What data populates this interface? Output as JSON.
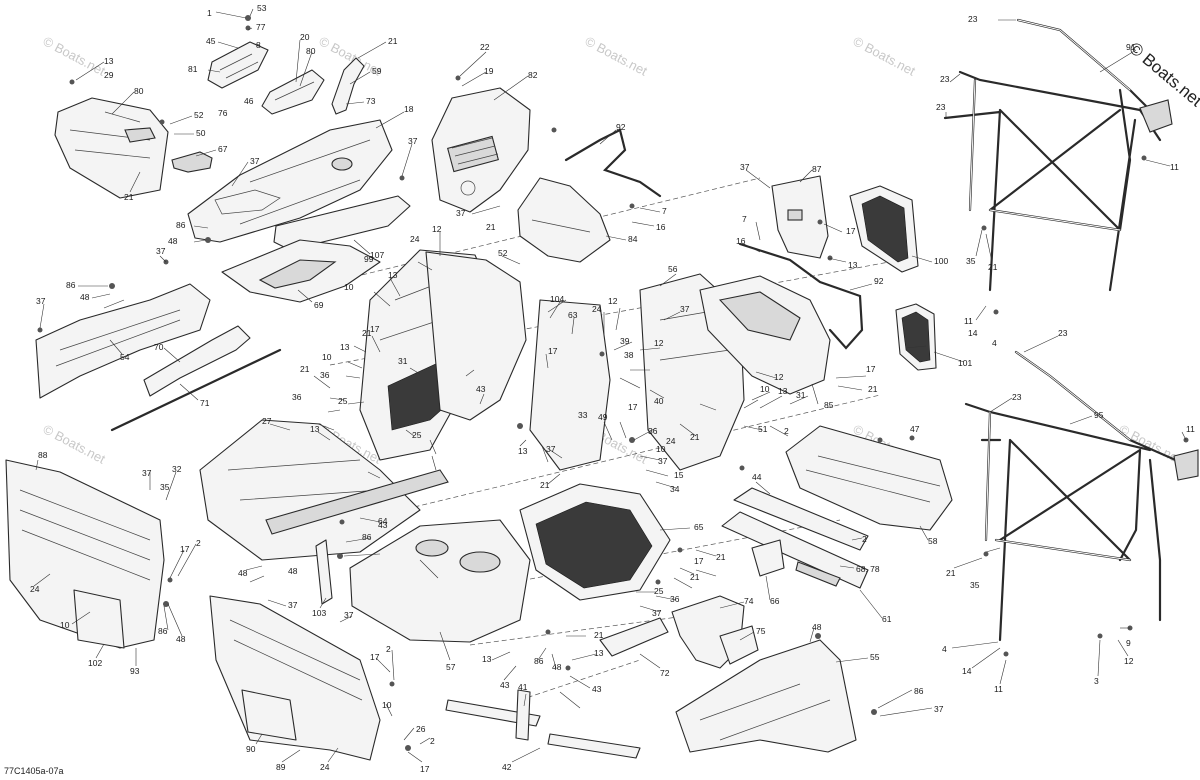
{
  "diagram": {
    "drawing_code": "77C1405a-07a",
    "copyright": "© Boats.net",
    "watermark": "© Boats.net",
    "callouts": [
      {
        "id": "c1",
        "text": "1"
      },
      {
        "id": "c53",
        "text": "53"
      },
      {
        "id": "c77",
        "text": "77"
      },
      {
        "id": "c45",
        "text": "45"
      },
      {
        "id": "c8a",
        "text": "8"
      },
      {
        "id": "c81",
        "text": "81"
      },
      {
        "id": "c76",
        "text": "76"
      },
      {
        "id": "c46",
        "text": "46"
      },
      {
        "id": "c20",
        "text": "20"
      },
      {
        "id": "c80a",
        "text": "80"
      },
      {
        "id": "c21a",
        "text": "21"
      },
      {
        "id": "c59",
        "text": "59"
      },
      {
        "id": "c73",
        "text": "73"
      },
      {
        "id": "c13a",
        "text": "13"
      },
      {
        "id": "c29",
        "text": "29"
      },
      {
        "id": "c80b",
        "text": "80"
      },
      {
        "id": "c52",
        "text": "52"
      },
      {
        "id": "c50",
        "text": "50"
      },
      {
        "id": "c67",
        "text": "67"
      },
      {
        "id": "c37a",
        "text": "37"
      },
      {
        "id": "c21b",
        "text": "21"
      },
      {
        "id": "c18a",
        "text": "18"
      },
      {
        "id": "c86a",
        "text": "86"
      },
      {
        "id": "c48a",
        "text": "48"
      },
      {
        "id": "c22",
        "text": "22"
      },
      {
        "id": "c19",
        "text": "19"
      },
      {
        "id": "c82",
        "text": "82"
      },
      {
        "id": "c37b",
        "text": "37"
      },
      {
        "id": "c107",
        "text": "107"
      },
      {
        "id": "c69",
        "text": "69"
      },
      {
        "id": "c92a",
        "text": "92"
      },
      {
        "id": "c37c",
        "text": "37"
      },
      {
        "id": "c7a",
        "text": "7"
      },
      {
        "id": "c16a",
        "text": "16"
      },
      {
        "id": "c21c",
        "text": "21"
      },
      {
        "id": "c84",
        "text": "84"
      },
      {
        "id": "c37d",
        "text": "37"
      },
      {
        "id": "c87",
        "text": "87"
      },
      {
        "id": "c17a",
        "text": "17"
      },
      {
        "id": "c100",
        "text": "100"
      },
      {
        "id": "c37e",
        "text": "37"
      },
      {
        "id": "c86b",
        "text": "86"
      },
      {
        "id": "c48b",
        "text": "48"
      },
      {
        "id": "c37f",
        "text": "37"
      },
      {
        "id": "c54",
        "text": "54"
      },
      {
        "id": "c70",
        "text": "70"
      },
      {
        "id": "c71",
        "text": "71"
      },
      {
        "id": "c24a",
        "text": "24"
      },
      {
        "id": "c12a",
        "text": "12"
      },
      {
        "id": "c99",
        "text": "99"
      },
      {
        "id": "c52b",
        "text": "52"
      },
      {
        "id": "c56",
        "text": "56"
      },
      {
        "id": "c7b",
        "text": "7"
      },
      {
        "id": "c16b",
        "text": "16"
      },
      {
        "id": "c13b",
        "text": "13"
      },
      {
        "id": "c92b",
        "text": "92"
      },
      {
        "id": "c101",
        "text": "101"
      },
      {
        "id": "c23a",
        "text": "23"
      },
      {
        "id": "c91",
        "text": "91"
      },
      {
        "id": "c23b",
        "text": "23"
      },
      {
        "id": "c23c",
        "text": "23"
      },
      {
        "id": "c11a",
        "text": "11"
      },
      {
        "id": "c35a",
        "text": "35"
      },
      {
        "id": "c21d",
        "text": "21"
      },
      {
        "id": "c11b",
        "text": "11"
      },
      {
        "id": "c14a",
        "text": "14"
      },
      {
        "id": "c4a",
        "text": "4"
      },
      {
        "id": "c23d",
        "text": "23"
      },
      {
        "id": "c10a",
        "text": "10"
      },
      {
        "id": "c13c",
        "text": "13"
      },
      {
        "id": "c21e",
        "text": "21"
      },
      {
        "id": "c17b",
        "text": "17"
      },
      {
        "id": "c104",
        "text": "104"
      },
      {
        "id": "c24b",
        "text": "24"
      },
      {
        "id": "c12b",
        "text": "12"
      },
      {
        "id": "c37g",
        "text": "37"
      },
      {
        "id": "c63",
        "text": "63"
      },
      {
        "id": "c39",
        "text": "39"
      },
      {
        "id": "c38",
        "text": "38"
      },
      {
        "id": "c12c",
        "text": "12"
      },
      {
        "id": "c10b",
        "text": "10"
      },
      {
        "id": "c21f",
        "text": "21"
      },
      {
        "id": "c36a",
        "text": "36"
      },
      {
        "id": "c13d",
        "text": "13"
      },
      {
        "id": "c31a",
        "text": "31"
      },
      {
        "id": "c36b",
        "text": "36"
      },
      {
        "id": "c25a",
        "text": "25"
      },
      {
        "id": "c17c",
        "text": "17"
      },
      {
        "id": "c43a",
        "text": "43"
      },
      {
        "id": "c40",
        "text": "40"
      },
      {
        "id": "c12d",
        "text": "12"
      },
      {
        "id": "c10c",
        "text": "10"
      },
      {
        "id": "c13e",
        "text": "13"
      },
      {
        "id": "c31b",
        "text": "31"
      },
      {
        "id": "c17d",
        "text": "17"
      },
      {
        "id": "c21g",
        "text": "21"
      },
      {
        "id": "c85",
        "text": "85"
      },
      {
        "id": "c33",
        "text": "33"
      },
      {
        "id": "c49",
        "text": "49"
      },
      {
        "id": "c17e",
        "text": "17"
      },
      {
        "id": "c51",
        "text": "51"
      },
      {
        "id": "c27",
        "text": "27"
      },
      {
        "id": "c13f",
        "text": "13"
      },
      {
        "id": "c25b",
        "text": "25"
      },
      {
        "id": "c36c",
        "text": "36"
      },
      {
        "id": "c24c",
        "text": "24"
      },
      {
        "id": "c10d",
        "text": "10"
      },
      {
        "id": "c2a",
        "text": "2"
      },
      {
        "id": "c47",
        "text": "47"
      },
      {
        "id": "c95",
        "text": "95"
      },
      {
        "id": "c23e",
        "text": "23"
      },
      {
        "id": "c11c",
        "text": "11"
      },
      {
        "id": "c88",
        "text": "88"
      },
      {
        "id": "c37h",
        "text": "37"
      },
      {
        "id": "c32",
        "text": "32"
      },
      {
        "id": "c35b",
        "text": "35"
      },
      {
        "id": "c37i",
        "text": "37"
      },
      {
        "id": "c13g",
        "text": "13"
      },
      {
        "id": "c37j",
        "text": "37"
      },
      {
        "id": "c15",
        "text": "15"
      },
      {
        "id": "c34",
        "text": "34"
      },
      {
        "id": "c21h",
        "text": "21"
      },
      {
        "id": "c21i",
        "text": "21"
      },
      {
        "id": "c44",
        "text": "44"
      },
      {
        "id": "c2b",
        "text": "2"
      },
      {
        "id": "c58",
        "text": "58"
      },
      {
        "id": "c17f",
        "text": "17"
      },
      {
        "id": "c2c",
        "text": "2"
      },
      {
        "id": "c43b",
        "text": "43"
      },
      {
        "id": "c64",
        "text": "64"
      },
      {
        "id": "c65",
        "text": "65"
      },
      {
        "id": "c86c",
        "text": "86"
      },
      {
        "id": "c48c",
        "text": "48"
      },
      {
        "id": "c48d",
        "text": "48"
      },
      {
        "id": "c21j",
        "text": "21"
      },
      {
        "id": "c17g",
        "text": "17"
      },
      {
        "id": "c21k",
        "text": "21"
      },
      {
        "id": "c68",
        "text": "68, 78"
      },
      {
        "id": "c66",
        "text": "66"
      },
      {
        "id": "c24d",
        "text": "24"
      },
      {
        "id": "c10e",
        "text": "10"
      },
      {
        "id": "c86d",
        "text": "86"
      },
      {
        "id": "c48e",
        "text": "48"
      },
      {
        "id": "c102",
        "text": "102"
      },
      {
        "id": "c93",
        "text": "93"
      },
      {
        "id": "c37k",
        "text": "37"
      },
      {
        "id": "c103",
        "text": "103"
      },
      {
        "id": "c37l",
        "text": "37"
      },
      {
        "id": "c25c",
        "text": "25"
      },
      {
        "id": "c36d",
        "text": "36"
      },
      {
        "id": "c37m",
        "text": "37"
      },
      {
        "id": "c21l",
        "text": "21"
      },
      {
        "id": "c74",
        "text": "74"
      },
      {
        "id": "c75",
        "text": "75"
      },
      {
        "id": "c48f",
        "text": "48"
      },
      {
        "id": "c61",
        "text": "61"
      },
      {
        "id": "c21m",
        "text": "21"
      },
      {
        "id": "c35c",
        "text": "35"
      },
      {
        "id": "c17h",
        "text": "17"
      },
      {
        "id": "c2d",
        "text": "2"
      },
      {
        "id": "c57",
        "text": "57"
      },
      {
        "id": "c13h",
        "text": "13"
      },
      {
        "id": "c86e",
        "text": "86"
      },
      {
        "id": "c48g",
        "text": "48"
      },
      {
        "id": "c13i",
        "text": "13"
      },
      {
        "id": "c43c",
        "text": "43"
      },
      {
        "id": "c43d",
        "text": "43"
      },
      {
        "id": "c72",
        "text": "72"
      },
      {
        "id": "c55",
        "text": "55"
      },
      {
        "id": "c10f",
        "text": "10"
      },
      {
        "id": "c26",
        "text": "26"
      },
      {
        "id": "c90",
        "text": "90"
      },
      {
        "id": "c89",
        "text": "89"
      },
      {
        "id": "c24e",
        "text": "24"
      },
      {
        "id": "c17i",
        "text": "17"
      },
      {
        "id": "c2e",
        "text": "2"
      },
      {
        "id": "c41",
        "text": "41"
      },
      {
        "id": "c42",
        "text": "42"
      },
      {
        "id": "c86f",
        "text": "86"
      },
      {
        "id": "c37n",
        "text": "37"
      },
      {
        "id": "c9",
        "text": "9"
      },
      {
        "id": "c4b",
        "text": "4"
      },
      {
        "id": "c14b",
        "text": "14"
      },
      {
        "id": "c12e",
        "text": "12"
      },
      {
        "id": "c3",
        "text": "3"
      },
      {
        "id": "c11d",
        "text": "11"
      }
    ]
  }
}
